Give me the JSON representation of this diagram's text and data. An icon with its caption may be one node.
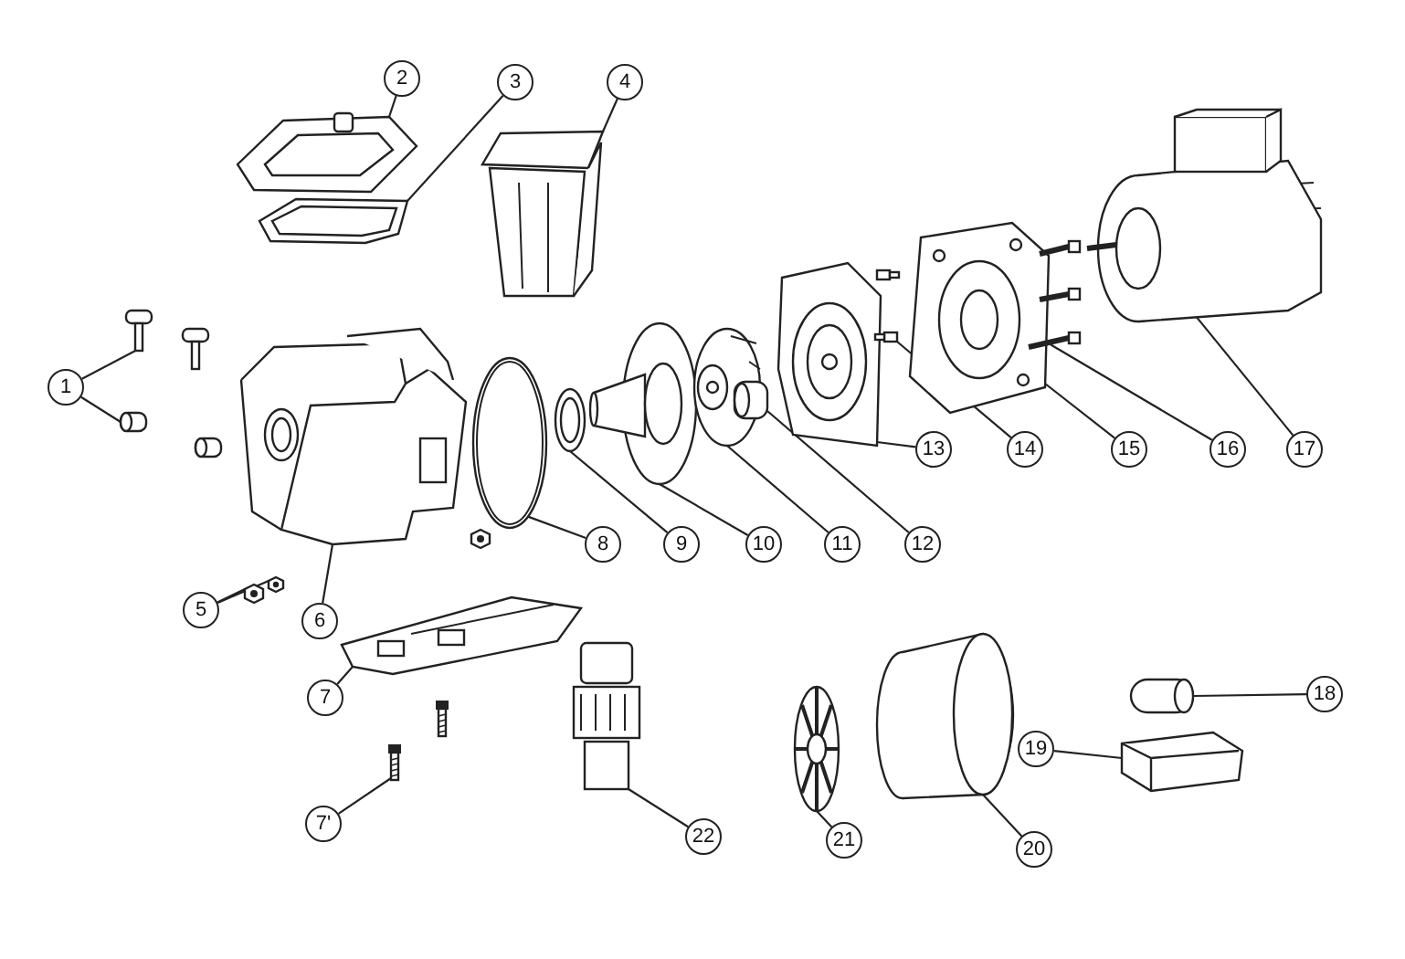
{
  "diagram": {
    "nodes": [
      {
        "text": [
          "1"
        ]
      },
      {
        "text": [
          "2"
        ]
      },
      {
        "text": [
          "3"
        ]
      },
      {
        "text": [
          "4"
        ]
      },
      {
        "text": [
          "5"
        ]
      },
      {
        "text": [
          "6"
        ]
      },
      {
        "text": [
          "7"
        ]
      },
      {
        "text": [
          "7'"
        ]
      },
      {
        "text": [
          "8"
        ]
      },
      {
        "text": [
          "9"
        ]
      },
      {
        "text": [
          "10"
        ]
      },
      {
        "text": [
          "11"
        ]
      },
      {
        "text": [
          "12"
        ]
      },
      {
        "text": [
          "13"
        ]
      },
      {
        "text": [
          "14"
        ]
      },
      {
        "text": [
          "15"
        ]
      },
      {
        "text": [
          "16"
        ]
      },
      {
        "text": [
          "17"
        ]
      },
      {
        "text": [
          "18"
        ]
      },
      {
        "text": [
          "19"
        ]
      },
      {
        "text": [
          "20"
        ]
      },
      {
        "text": [
          "21"
        ]
      },
      {
        "text": [
          "22"
        ]
      },
      {
        "text": [],
        "shape": "picture"
      },
      {
        "text": [],
        "shape": "picture"
      },
      {
        "text": [],
        "shape": "picture"
      },
      {
        "text": [],
        "shape": "picture"
      },
      {
        "text": [],
        "shape": "picture"
      },
      {
        "text": [],
        "shape": "picture"
      },
      {
        "text": [],
        "shape": "picture"
      },
      {
        "text": [],
        "shape": "picture"
      },
      {
        "text": [],
        "shape": "picture"
      },
      {
        "text": [],
        "shape": "picture"
      },
      {
        "text": [],
        "shape": "picture"
      },
      {
        "text": [],
        "shape": "picture"
      },
      {
        "text": [],
        "shape": "picture"
      },
      {
        "text": [],
        "shape": "picture"
      },
      {
        "text": [],
        "shape": "picture"
      },
      {
        "text": [],
        "shape": "picture"
      },
      {
        "text": [],
        "shape": "picture"
      },
      {
        "text": [],
        "shape": "picture"
      },
      {
        "text": [],
        "shape": "picture"
      },
      {
        "text": [],
        "shape": "picture"
      },
      {
        "text": [],
        "shape": "picture"
      },
      {
        "text": [],
        "shape": "picture"
      },
      {
        "text": [],
        "shape": "picture"
      },
      {
        "text": [],
        "shape": "picture"
      },
      {
        "text": [],
        "shape": "picture"
      }
    ],
    "edges": [
      {
        "from": 0,
        "to": 23,
        "arrow": "none"
      },
      {
        "from": 0,
        "to": 24,
        "arrow": "none"
      },
      {
        "from": 1,
        "to": 25,
        "arrow": "none"
      },
      {
        "from": 2,
        "to": 26,
        "arrow": "none"
      },
      {
        "from": 3,
        "to": 27,
        "arrow": "none"
      },
      {
        "from": 4,
        "to": 28,
        "arrow": "none"
      },
      {
        "from": 4,
        "to": 29,
        "arrow": "none"
      },
      {
        "from": 5,
        "to": 30,
        "arrow": "none"
      },
      {
        "from": 6,
        "to": 31,
        "arrow": "none"
      },
      {
        "from": 7,
        "to": 32,
        "arrow": "none"
      },
      {
        "from": 8,
        "to": 33,
        "arrow": "none"
      },
      {
        "from": 9,
        "to": 34,
        "arrow": "none"
      },
      {
        "from": 10,
        "to": 35,
        "arrow": "none"
      },
      {
        "from": 11,
        "to": 36,
        "arrow": "none"
      },
      {
        "from": 12,
        "to": 37,
        "arrow": "none"
      },
      {
        "from": 13,
        "to": 38,
        "arrow": "none"
      },
      {
        "from": 14,
        "to": 39,
        "arrow": "none"
      },
      {
        "from": 15,
        "to": 40,
        "arrow": "none"
      },
      {
        "from": 16,
        "to": 41,
        "arrow": "none"
      },
      {
        "from": 17,
        "to": 42,
        "arrow": "none"
      },
      {
        "from": 18,
        "to": 43,
        "arrow": "none"
      },
      {
        "from": 19,
        "to": 44,
        "arrow": "none"
      },
      {
        "from": 20,
        "to": 45,
        "arrow": "none"
      },
      {
        "from": 21,
        "to": 46,
        "arrow": "none"
      },
      {
        "from": 22,
        "to": 47,
        "arrow": "none"
      }
    ]
  }
}
